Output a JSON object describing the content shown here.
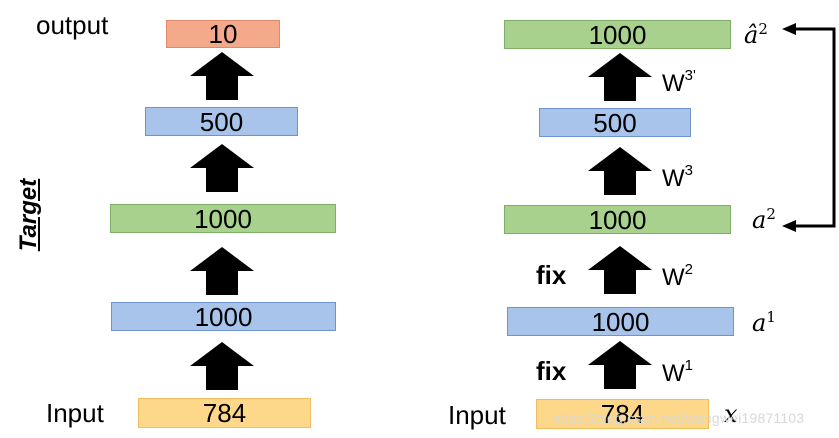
{
  "left": {
    "output_label": "output",
    "input_label": "Input",
    "target_label": "Target",
    "layers": [
      "10",
      "500",
      "1000",
      "1000",
      "784"
    ]
  },
  "right": {
    "input_label": "Input",
    "layers": [
      "1000",
      "500",
      "1000",
      "1000",
      "784"
    ],
    "fix_labels": [
      "fix",
      "fix"
    ],
    "weights": {
      "w3p": {
        "base": "W",
        "sup": "3'"
      },
      "w3": {
        "base": "W",
        "sup": "3"
      },
      "w2": {
        "base": "W",
        "sup": "2"
      },
      "w1": {
        "base": "W",
        "sup": "1"
      }
    },
    "activations": {
      "a_hat2": {
        "base": "â",
        "sup": "2"
      },
      "a2": {
        "base": "a",
        "sup": "2"
      },
      "a1": {
        "base": "a",
        "sup": "1"
      },
      "x": "x"
    }
  },
  "watermark": "https://blog.csdn.net/wangwei19871103",
  "colors": {
    "orange": "#f4a98a",
    "blue": "#a8c4ea",
    "green": "#a9d18e",
    "yellow": "#fdd88a",
    "arrow": "#000000"
  }
}
